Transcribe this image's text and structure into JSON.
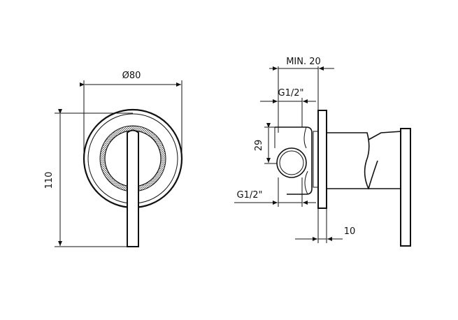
{
  "front_view": {
    "dim_diameter": "Ø80",
    "dim_height": "110"
  },
  "side_view": {
    "dim_min_depth": "MIN. 20",
    "dim_thread_top": "G1/2\"",
    "dim_offset": "29",
    "dim_thread_bottom": "G1/2\"",
    "dim_plate": "10"
  }
}
